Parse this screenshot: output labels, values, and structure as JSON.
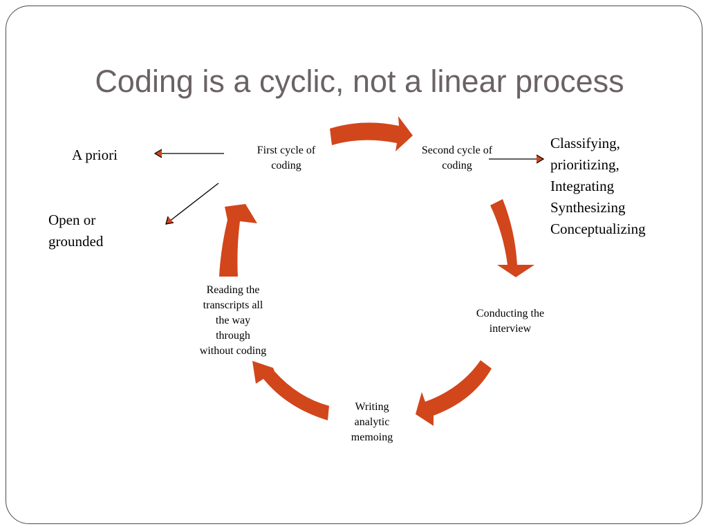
{
  "title": "Coding is a cyclic, not a linear process",
  "colors": {
    "arrow": "#D2461C",
    "title": "#6B6264",
    "border": "#4A4A4A"
  },
  "cycle": {
    "first": [
      "First cycle of",
      "coding"
    ],
    "second": [
      "Second cycle of",
      "coding"
    ],
    "conducting": [
      "Conducting the",
      "interview"
    ],
    "writing": [
      "Writing",
      "analytic",
      "memoing"
    ],
    "reading": [
      "Reading the",
      "transcripts all",
      "the way",
      "through",
      "without coding"
    ]
  },
  "branches": {
    "apriori": "A priori",
    "open": [
      "Open or",
      "grounded"
    ],
    "second_outcomes": [
      "Classifying,",
      "prioritizing,",
      "Integrating",
      "Synthesizing",
      "Conceptualizing"
    ]
  }
}
